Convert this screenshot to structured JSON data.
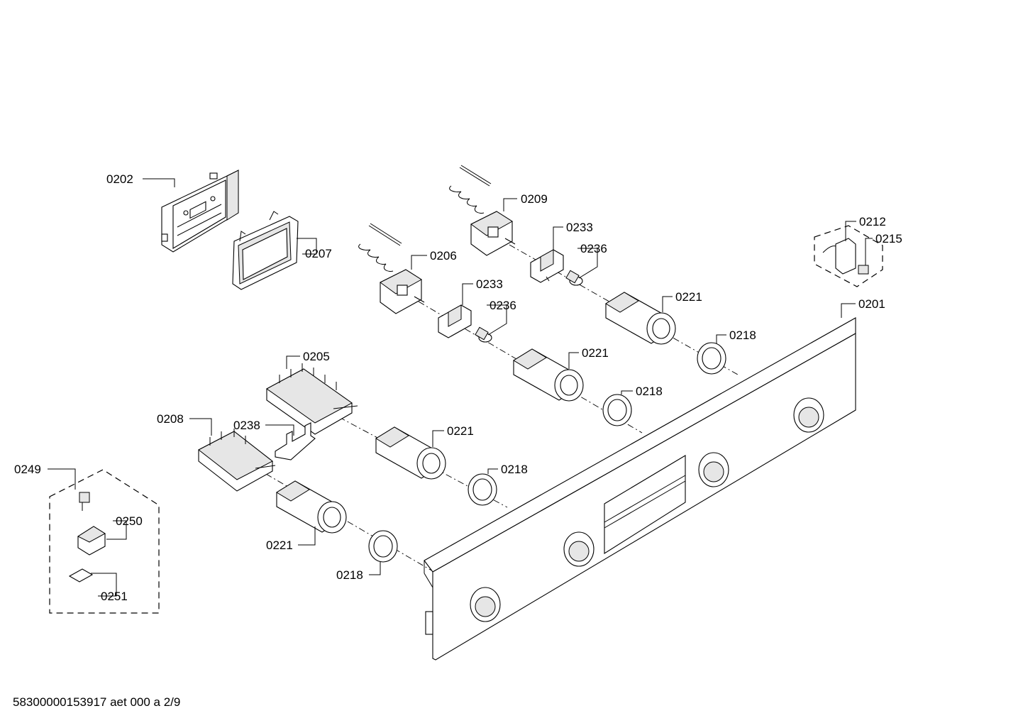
{
  "parts": {
    "p0202": "0202",
    "p0207": "0207",
    "p0209": "0209",
    "p0206": "0206",
    "p0233a": "0233",
    "p0236a": "0236",
    "p0233b": "0233",
    "p0236b": "0236",
    "p0212": "0212",
    "p0215": "0215",
    "p0221a": "0221",
    "p0201": "0201",
    "p0218a": "0218",
    "p0205": "0205",
    "p0221b": "0221",
    "p0218b": "0218",
    "p0208": "0208",
    "p0238": "0238",
    "p0221c": "0221",
    "p0249": "0249",
    "p0218c": "0218",
    "p0250": "0250",
    "p0221d": "0221",
    "p0218d": "0218",
    "p0251": "0251"
  },
  "footer": {
    "document_id": "58300000153917 aet 000 a 2/9"
  }
}
